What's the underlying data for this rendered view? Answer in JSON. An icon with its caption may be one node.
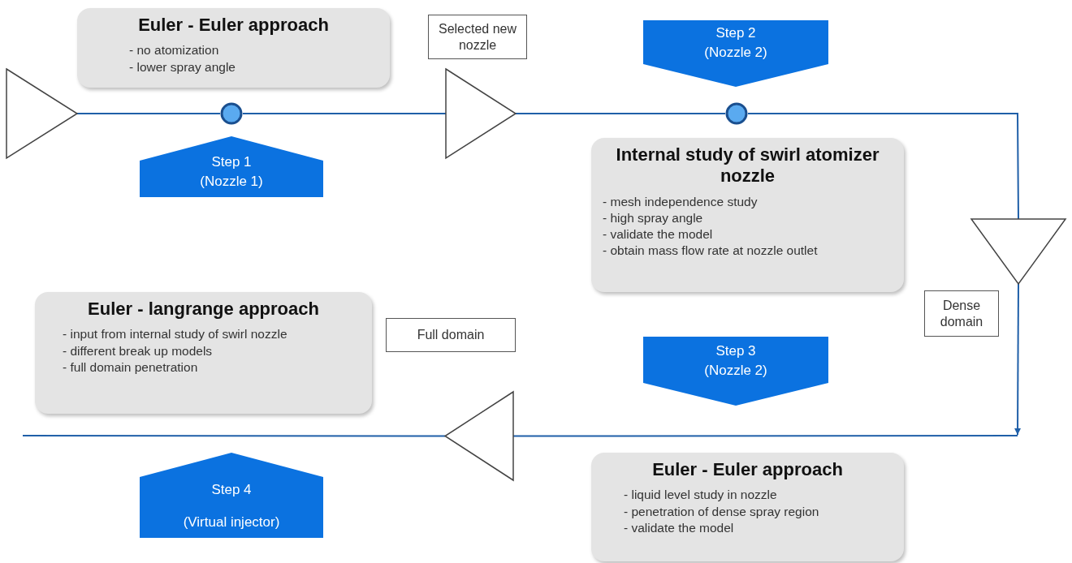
{
  "diagram": {
    "nodes": [
      {
        "text": [
          "Euler - Euler approach",
          "- no atomization",
          "- lower spray angle"
        ]
      },
      {
        "text": [
          "Selected new nozzle"
        ]
      },
      {
        "text": [
          "Step 2",
          "(Nozzle 2)"
        ]
      },
      {
        "text": [],
        "shape": "triangle"
      },
      {
        "text": [],
        "shape": "circle"
      },
      {
        "text": [],
        "shape": "triangle"
      },
      {
        "text": [],
        "shape": "circle"
      },
      {
        "text": [
          "Step 1",
          "(Nozzle 1)"
        ]
      },
      {
        "text": [
          "Internal study of swirl atomizer nozzle",
          "- mesh independence study",
          "- high spray angle",
          "- validate the model",
          "- obtain mass flow rate at nozzle outlet"
        ]
      },
      {
        "text": [],
        "shape": "triangle"
      },
      {
        "text": [
          "Dense domain"
        ]
      },
      {
        "text": [
          "Euler - langrange approach",
          "- input from internal study of swirl nozzle",
          "- different break up models",
          "- full domain penetration"
        ]
      },
      {
        "text": [
          "Full domain"
        ]
      },
      {
        "text": [
          "Step 3",
          "(Nozzle 2)"
        ]
      },
      {
        "text": [],
        "shape": "triangle"
      },
      {
        "text": [
          "Step 4",
          "(Virtual injector)"
        ]
      },
      {
        "text": [
          "Euler - Euler approach",
          "- liquid level study in nozzle",
          "- penetration of dense spray region",
          "- validate the model"
        ]
      }
    ],
    "edges": [
      {
        "from": 3,
        "to": 4,
        "arrow": "none"
      },
      {
        "from": 4,
        "to": 5,
        "arrow": "none"
      },
      {
        "from": 5,
        "to": 6,
        "arrow": "none"
      },
      {
        "from": 6,
        "to": 9,
        "arrow": "none"
      },
      {
        "from": 9,
        "to": null,
        "arrow": "to"
      },
      {
        "from": null,
        "to": 14,
        "arrow": "none"
      },
      {
        "from": 14,
        "to": null,
        "arrow": "none"
      }
    ]
  }
}
